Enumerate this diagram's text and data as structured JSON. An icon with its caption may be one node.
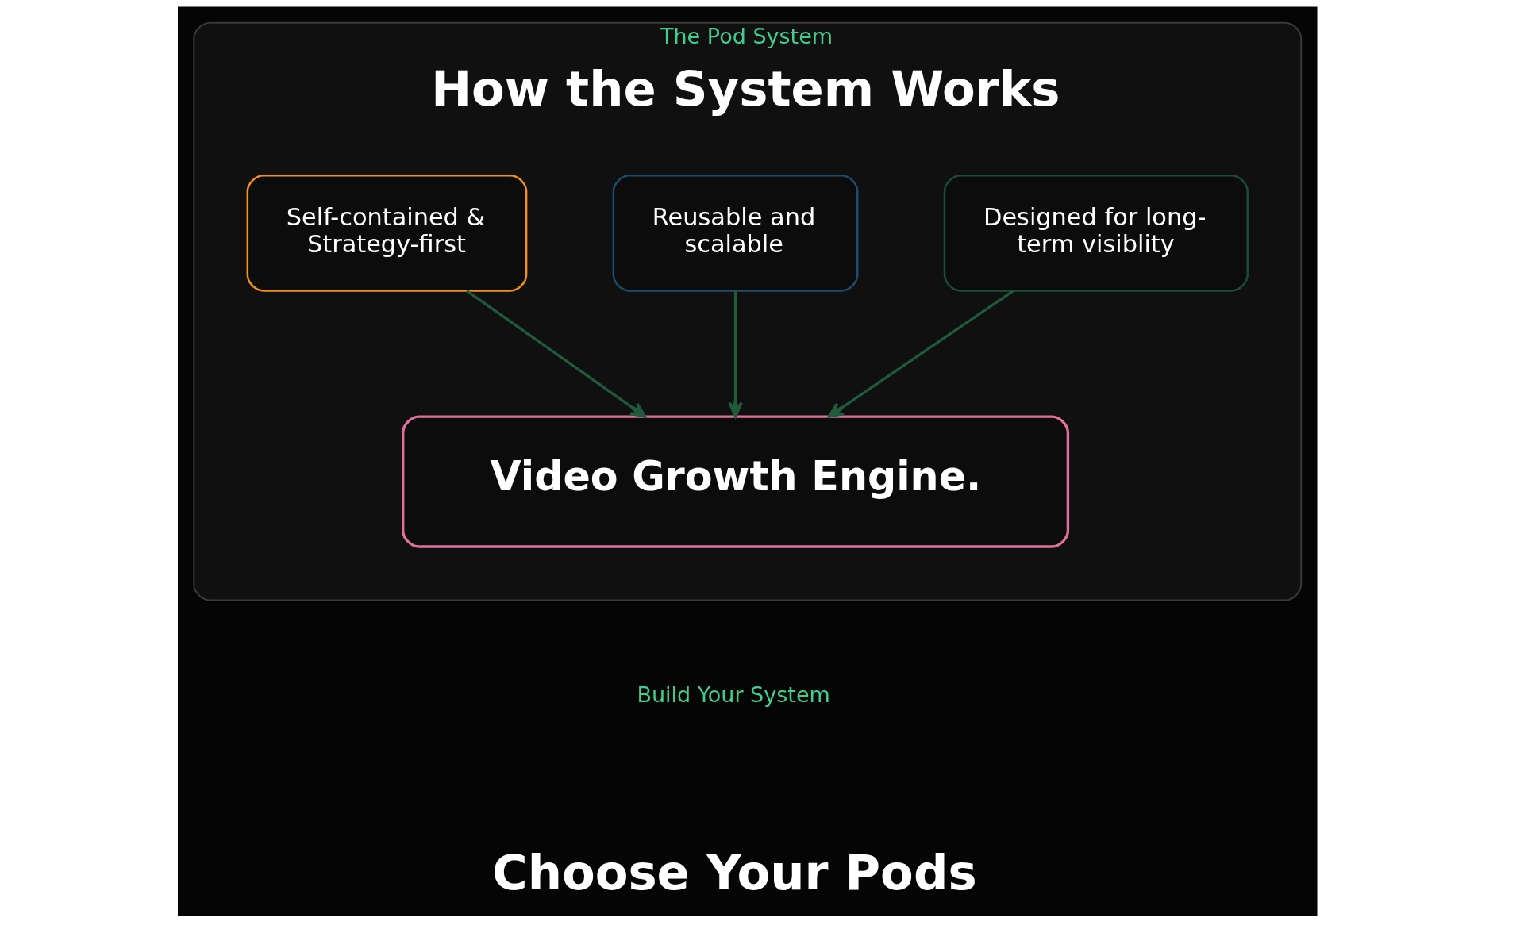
{
  "diagram": {
    "nodes": [
      {
        "text": [
          "The Pod System",
          "How the System Works"
        ]
      },
      {
        "text": [
          "Self-contained & Strategy-first"
        ],
        "in": 0
      },
      {
        "text": [
          "Reusable and scalable"
        ],
        "in": 0
      },
      {
        "text": [
          "Designed for long-term visiblity"
        ],
        "in": 0
      },
      {
        "text": [
          "Video Growth Engine."
        ],
        "in": 0
      }
    ],
    "edges": [
      {
        "from": 1,
        "to": 4,
        "arrow": "to"
      },
      {
        "from": 2,
        "to": 4,
        "arrow": "to"
      },
      {
        "from": 3,
        "to": 4,
        "arrow": "to"
      }
    ],
    "labels": [
      "Build Your System",
      "Choose Your Pods"
    ]
  }
}
